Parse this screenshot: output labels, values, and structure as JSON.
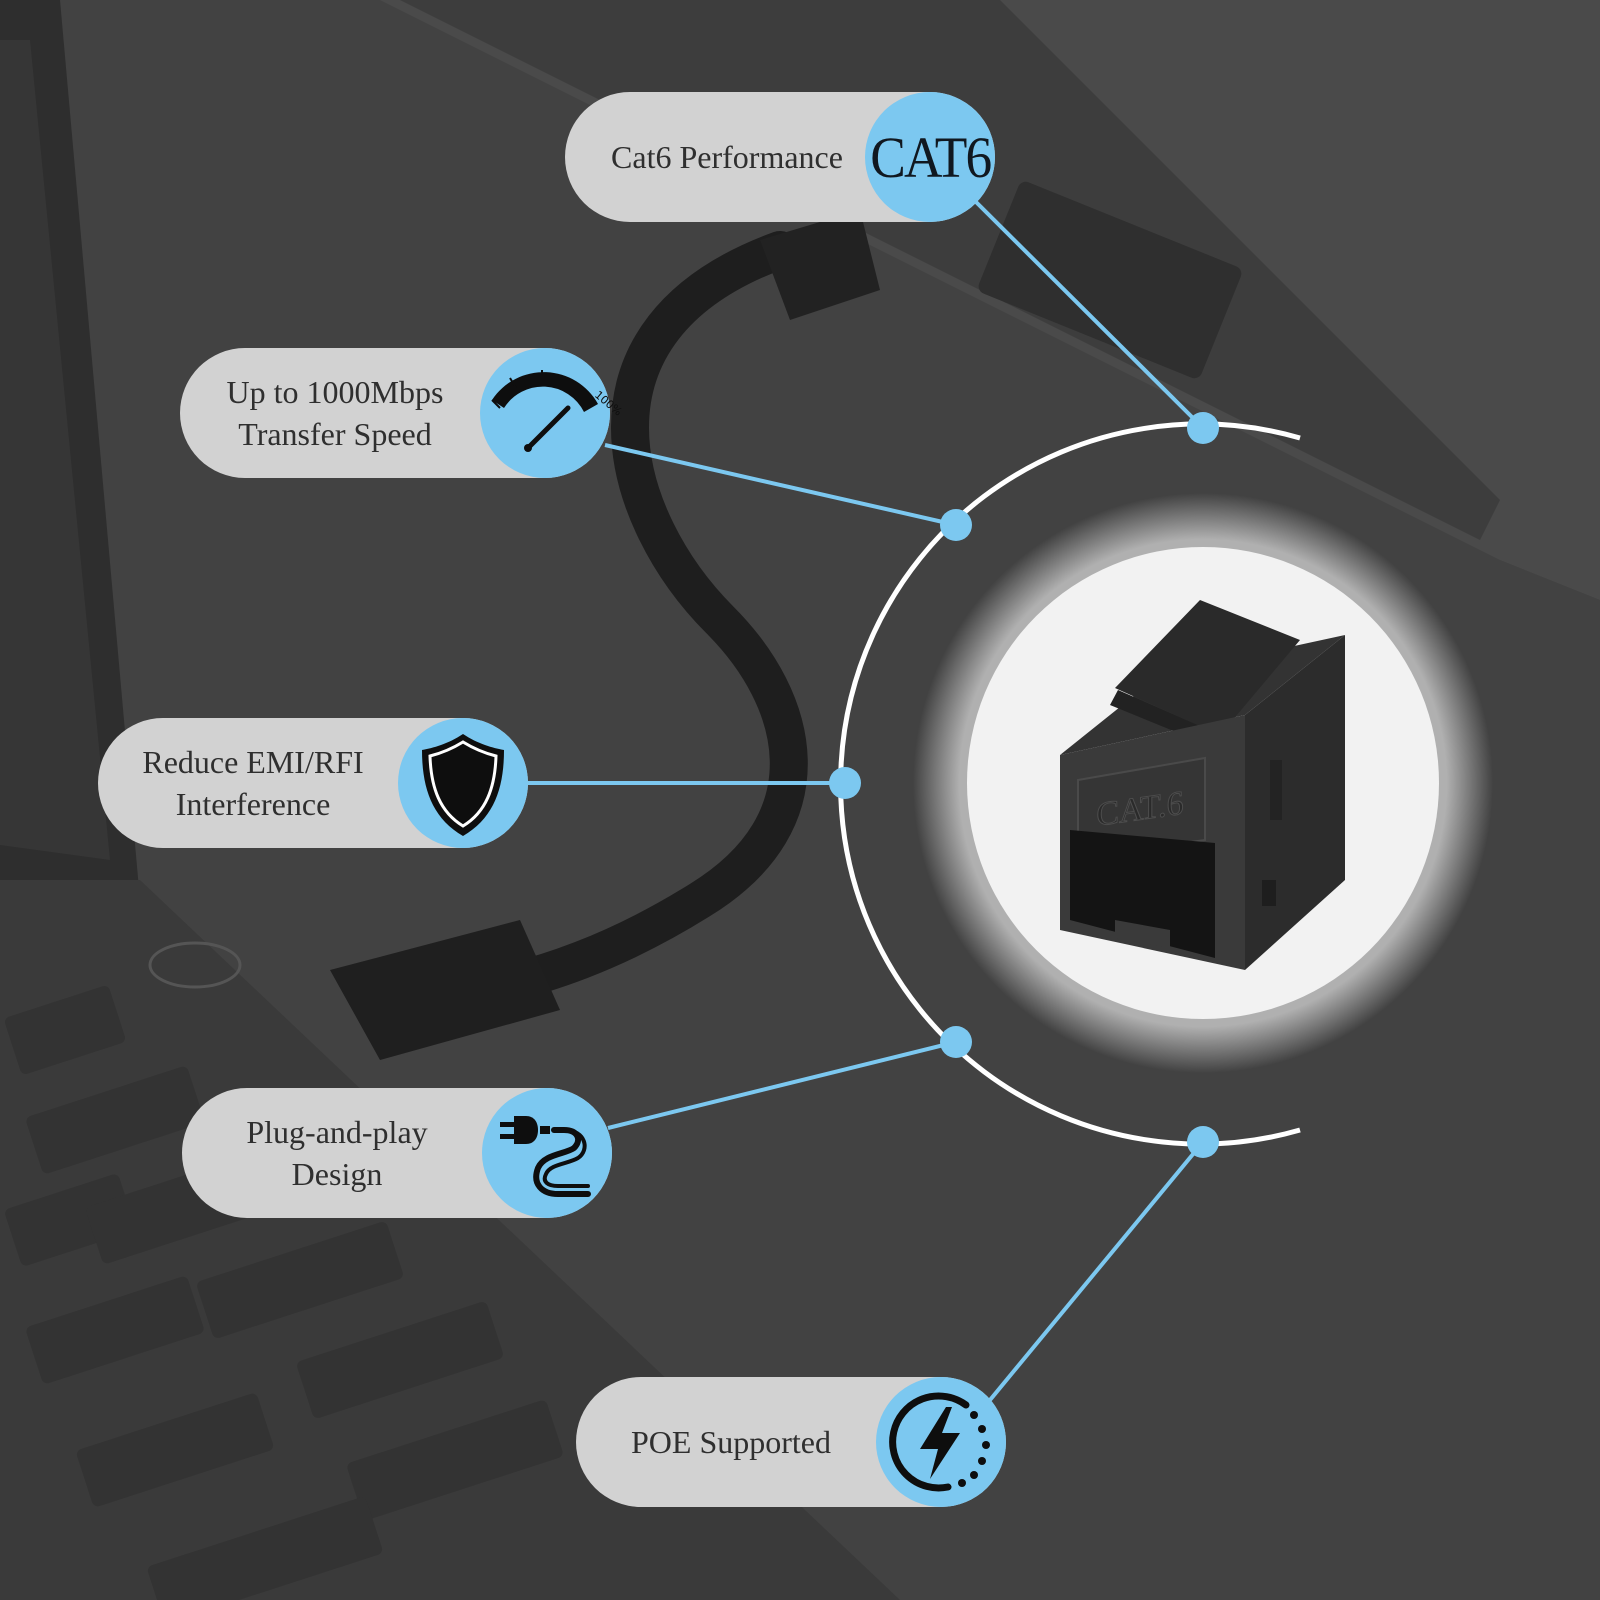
{
  "features": [
    {
      "name": "cat6-performance",
      "lines": [
        "Cat6 Performance"
      ],
      "icon": "cat6-icon",
      "icon_text": "CAT6"
    },
    {
      "name": "transfer-speed",
      "lines": [
        "Up to 1000Mbps",
        "Transfer Speed"
      ],
      "icon": "speedometer-icon",
      "gauge_label": "100%"
    },
    {
      "name": "emi-rfi",
      "lines": [
        "Reduce EMI/RFI",
        "Interference"
      ],
      "icon": "shield-icon"
    },
    {
      "name": "plug-and-play",
      "lines": [
        "Plug-and-play",
        "Design"
      ],
      "icon": "plug-cable-icon"
    },
    {
      "name": "poe",
      "lines": [
        "POE Supported"
      ],
      "icon": "lightning-bolt-icon"
    }
  ],
  "product": {
    "embossed_label": "CAT.6",
    "image": "keystone-coupler-photo"
  },
  "colors": {
    "accent": "#7cc8f0",
    "pill": "#d2d2d2",
    "background": "#3f3f3f",
    "ring": "#ffffff",
    "connector": "#3a3a3a"
  }
}
